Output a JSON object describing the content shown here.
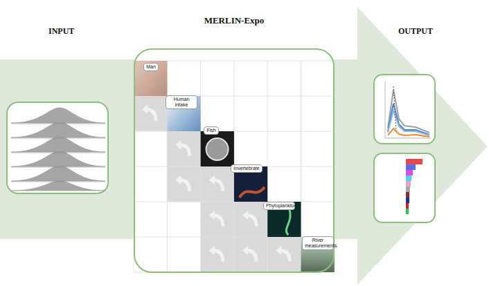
{
  "diagram": {
    "nodes": [
      {
        "text": [
          "MERLIN-Expo"
        ]
      },
      {
        "text": [
          "Man"
        ],
        "in": 0
      },
      {
        "text": [
          "Human intake"
        ],
        "in": 0
      },
      {
        "text": [
          "Fish"
        ],
        "in": 0
      },
      {
        "text": [
          "Invertebrate"
        ],
        "in": 0
      },
      {
        "text": [
          "Phytoplankton"
        ],
        "in": 0
      },
      {
        "text": [
          "River measurements"
        ],
        "in": 0
      }
    ],
    "labels": [
      "INPUT",
      "OUTPUT"
    ]
  }
}
